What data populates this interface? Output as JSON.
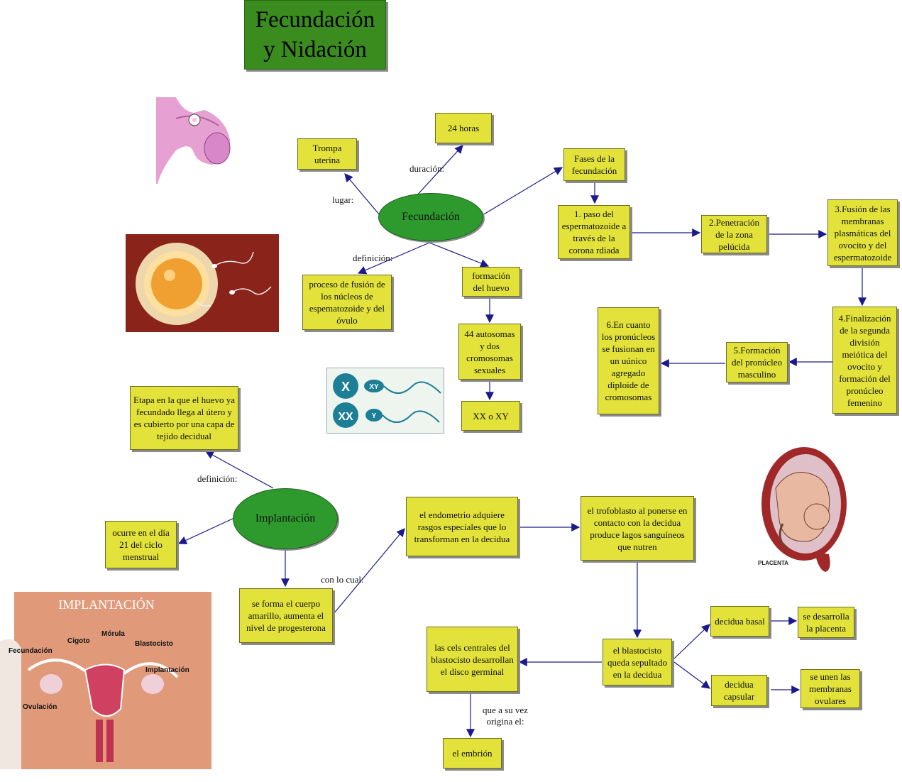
{
  "title": {
    "line1": "Fecundación",
    "line2": "y Nidación"
  },
  "ovals": {
    "fecundacion": "Fecundación",
    "implantacion": "Implantación"
  },
  "labels": {
    "lugar": "lugar:",
    "duracion": "duración:",
    "definicion1": "definición:",
    "definicion2": "definición:",
    "con_lo_cual": "con lo cual:",
    "que_a_su_vez": "que a su vez origina el:"
  },
  "nodes": {
    "trompa": "Trompa uterina",
    "horas": "24 horas",
    "fases": "Fases de la fecundación",
    "proceso": "proceso de fusión de los núcleos de espematozoide y del óvulo",
    "formacion_huevo": "formación del huevo",
    "autosomas": "44 autosomas y dos cromosomas sexuales",
    "xx_xy": "XX o XY",
    "fase1": "1. paso del espermatozoide a través de la corona rdiada",
    "fase2": "2.Penetración de la zona pelúcida",
    "fase3": "3.Fusión de las membranas plasmáticas del ovocito y del espermatozoide",
    "fase4": "4.Finalización de la segunda división meiótica del ovocito y formación del pronúcleo femenino",
    "fase5": "5.Formación del pronúcleo masculino",
    "fase6": "6.En cuanto los pronúcleos se fusionan en un uúnico agregado diploide de cromosomas",
    "etapa": "Etapa en la que el huevo ya fecundado llega al útero y es cubierto por una capa de tejido decidual",
    "dia21": "ocurre en el día 21 del ciclo menstrual",
    "cuerpo_amarillo": "se forma el cuerpo amarillo, aumenta el nivel de progesterona",
    "endometrio": "el endometrio adquiere rasgos especiales que lo transforman en la decidua",
    "trofoblasto": "el trofoblasto al ponerse en contacto con la decidua produce lagos sanguíneos que nutren",
    "blastocisto": "el blastocisto queda sepultado en la decidua",
    "cels_centrales": "las cels centrales del blastocisto desarrollan el disco germinal",
    "embrion": "el embrión",
    "decidua_basal": "decidua basal",
    "decidua_capsular": "decidua capsular",
    "placenta": "se desarrolla la placenta",
    "membranas": "se unen las membranas ovulares"
  },
  "illustration_text": {
    "xy_badge_1": "X",
    "xy_badge_1b": "XY",
    "xy_badge_2": "XX",
    "xy_badge_2b": "Y",
    "placenta_caption": "PLACENTA",
    "implant_title": "IMPLANTACIÓN",
    "implant_labels": [
      "Cigoto",
      "Mórula",
      "Fecundación",
      "Blastocisto",
      "Implantación",
      "Ovulación"
    ]
  },
  "colors": {
    "node": "#e2e23a",
    "oval": "#2e9a2e",
    "title": "#3a8c1e",
    "arrow": "#1a1a8c"
  }
}
